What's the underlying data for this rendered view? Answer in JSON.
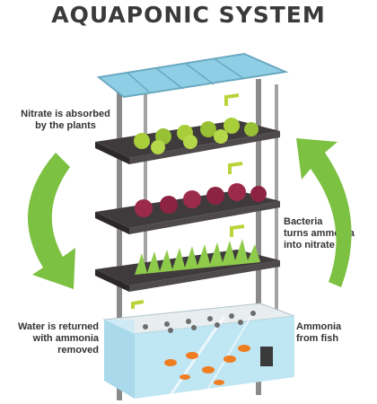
{
  "title": "AQUAPONIC SYSTEM",
  "labels": {
    "nitrate": [
      "Nitrate is absorbed",
      "by the plants"
    ],
    "bacteria": [
      "Bacteria",
      "turns ammonia",
      "into nitrate"
    ],
    "water": [
      "Water is returned",
      "with ammonia",
      "removed"
    ],
    "ammonia": [
      "Ammonia",
      "from fish"
    ]
  },
  "colors": {
    "arrow": "#7cc142",
    "shelf": "#3f3b3c",
    "pole": "#8a8a8a",
    "roof": "#8fcfe6",
    "tank_water": "#bfe6f3",
    "fish": "#ef7d22",
    "plant_top": "#a8cf3a",
    "plant_mid": "#9c2a4a",
    "plant_low": "#8ecb4a",
    "pipe": "#b9d43a"
  },
  "icons": [
    "cycle-arrow-left-icon",
    "cycle-arrow-right-icon",
    "fish-icon",
    "plant-icon"
  ]
}
